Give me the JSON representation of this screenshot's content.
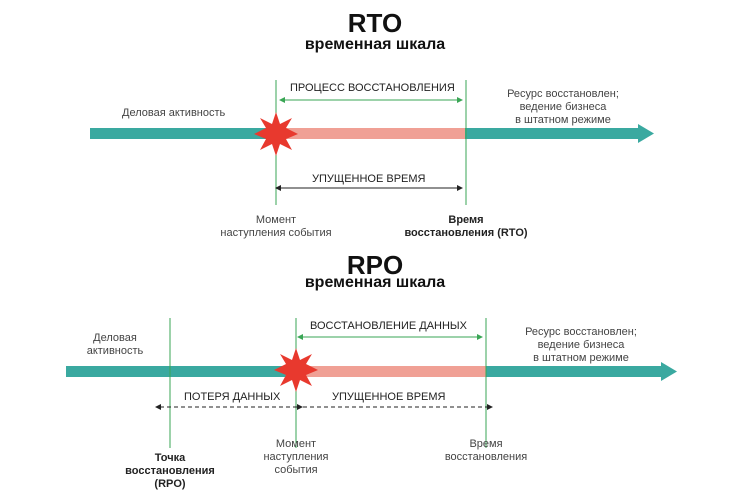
{
  "rto": {
    "title": "RTO",
    "subtitle": "временная шкала",
    "label_activity": "Деловая активность",
    "label_process": "ПРОЦЕСС ВОССТАНОВЛЕНИЯ",
    "label_restored": "Ресурс восстановлен;\nведение бизнеса\nв штатном режиме",
    "label_lost_time": "УПУЩЕННОЕ ВРЕМЯ",
    "label_event": "Момент\nнаступления события",
    "label_recovery_time": "Время\nвосстановления (RTO)"
  },
  "rpo": {
    "title": "RPO",
    "subtitle": "временная шкала",
    "label_activity": "Деловая\nактивность",
    "label_data_recovery": "ВОССТАНОВЛЕНИЕ ДАННЫХ",
    "label_restored": "Ресурс восстановлен;\nведение бизнеса\nв штатном режиме",
    "label_data_loss": "ПОТЕРЯ ДАННЫХ",
    "label_lost_time": "УПУЩЕННОЕ ВРЕМЯ",
    "label_recovery_point": "Точка\nвосстановления\n(RPO)",
    "label_event": "Момент\nнаступления\nсобытия",
    "label_recovery_time": "Время\nвосстановления"
  },
  "colors": {
    "timeline": "#3aa9a0",
    "recovery_segment": "#f0a095",
    "event_burst": "#e8392e",
    "marker_line": "#3aa655"
  }
}
